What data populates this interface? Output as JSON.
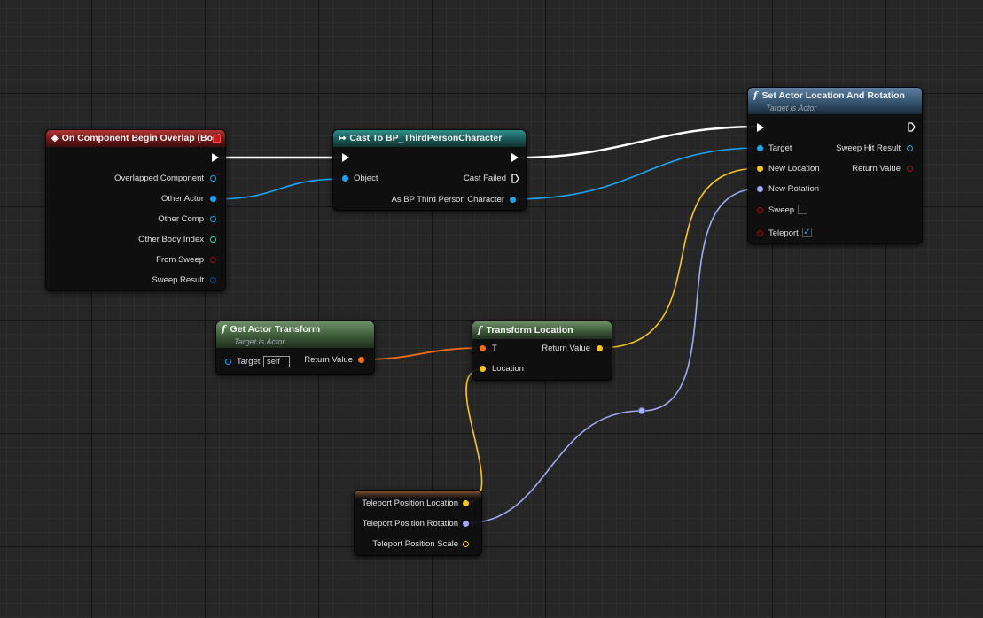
{
  "colors": {
    "exec": "#ffffff",
    "object": "#1ba5f2",
    "vector": "#fbc520",
    "transform": "#f06d1a",
    "rotator": "#a2a9f6",
    "int": "#1ee59e",
    "bool": "#9c1212",
    "struct": "#0a4fa6"
  },
  "nodes": {
    "overlap": {
      "title": "On Component Begin Overlap (Box)",
      "icon": "event-diamond-icon",
      "pins": {
        "overlapped_component": "Overlapped Component",
        "other_actor": "Other Actor",
        "other_comp": "Other Comp",
        "other_body_index": "Other Body Index",
        "from_sweep": "From Sweep",
        "sweep_result": "Sweep Result"
      }
    },
    "cast": {
      "title": "Cast To BP_ThirdPersonCharacter",
      "icon": "cast-icon",
      "pins": {
        "object": "Object",
        "cast_failed": "Cast Failed",
        "as_bp": "As BP Third Person Character"
      }
    },
    "set_actor": {
      "title": "Set Actor Location And Rotation",
      "subtitle": "Target is Actor",
      "icon": "function-icon",
      "pins": {
        "target": "Target",
        "sweep_hit_result": "Sweep Hit Result",
        "new_location": "New Location",
        "return_value": "Return Value",
        "new_rotation": "New Rotation",
        "sweep": "Sweep",
        "teleport": "Teleport"
      },
      "sweep_checked": false,
      "teleport_checked": true
    },
    "get_transform": {
      "title": "Get Actor Transform",
      "subtitle": "Target is Actor",
      "icon": "function-icon",
      "pins": {
        "target": "Target",
        "target_value": "self",
        "return_value": "Return Value"
      }
    },
    "transform_location": {
      "title": "Transform Location",
      "icon": "function-icon",
      "pins": {
        "t": "T",
        "return_value": "Return Value",
        "location": "Location"
      }
    },
    "teleport_vars": {
      "pins": {
        "location": "Teleport Position Location",
        "rotation": "Teleport Position Rotation",
        "scale": "Teleport Position Scale"
      }
    }
  }
}
